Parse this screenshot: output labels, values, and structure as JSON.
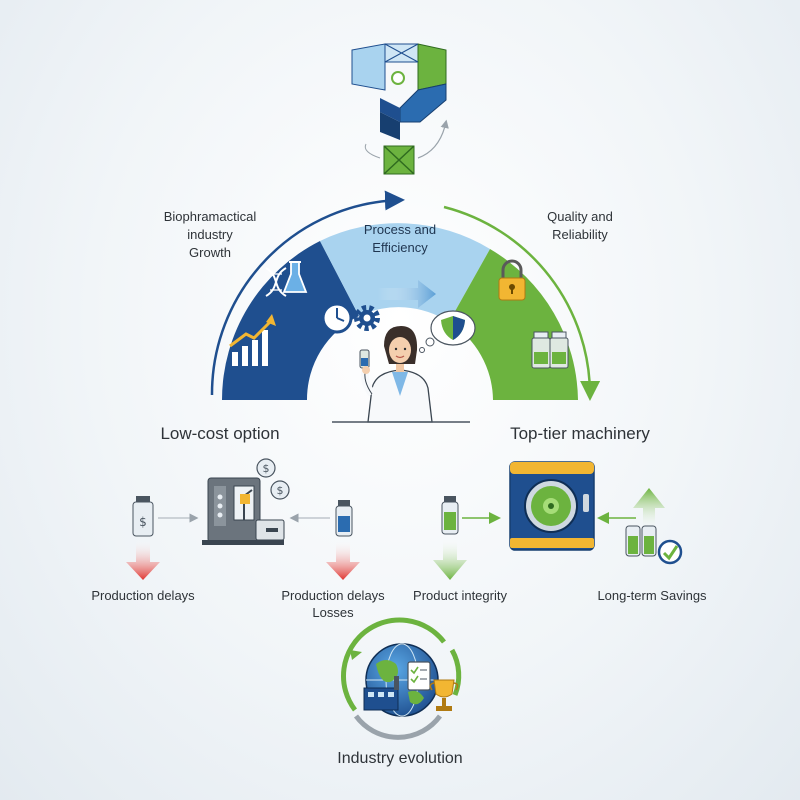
{
  "arc": {
    "left_label": [
      "Biophramactical",
      "industry",
      "Growth"
    ],
    "middle_label": [
      "Process and",
      "Efficiency"
    ],
    "right_label": [
      "Quality and",
      "Reliability"
    ]
  },
  "options": {
    "low_cost": "Low-cost option",
    "top_tier": "Top-tier machinery"
  },
  "outcomes": {
    "production_delays": "Production delays",
    "delays_losses": [
      "Production delays",
      "Losses"
    ],
    "product_integrity": "Product integrity",
    "long_term_savings": "Long-term Savings"
  },
  "footer": {
    "industry_evolution": "Industry evolution"
  },
  "colors": {
    "navy": "#1f4f8f",
    "light_blue": "#a9d3ef",
    "green": "#6cb33f",
    "red": "#e0342f"
  }
}
